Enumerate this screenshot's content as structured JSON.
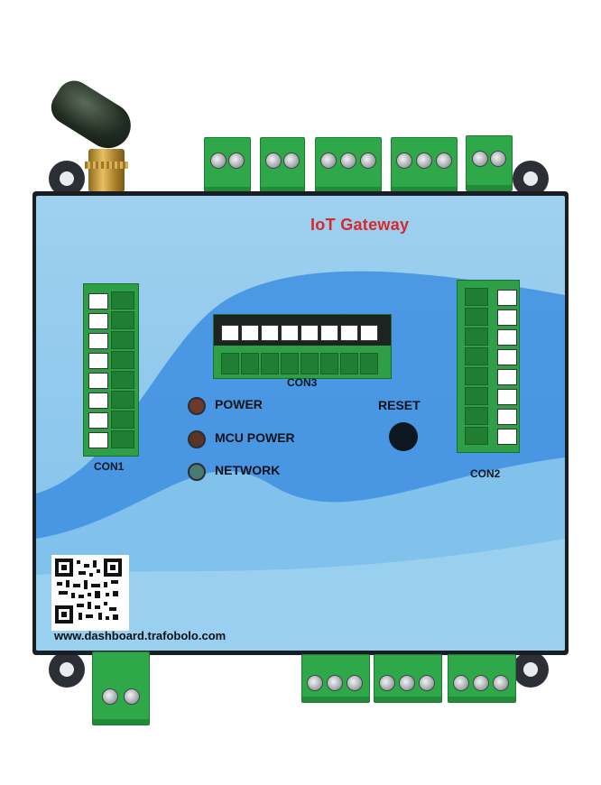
{
  "device": {
    "title": "IoT Gateway",
    "url": "www.dashboard.trafobolo.com",
    "reset_label": "RESET"
  },
  "leds": [
    {
      "label": "POWER",
      "color": "#6b3a2a"
    },
    {
      "label": "MCU POWER",
      "color": "#5a3524"
    },
    {
      "label": "NETWORK",
      "color": "#4a7a72"
    }
  ],
  "connectors": {
    "con1": "CON1",
    "con2": "CON2",
    "con3": "CON3"
  },
  "colors": {
    "terminal_green": "#2fa84a",
    "panel_blue": "#7ec1ea",
    "title_red": "#d8282a"
  }
}
